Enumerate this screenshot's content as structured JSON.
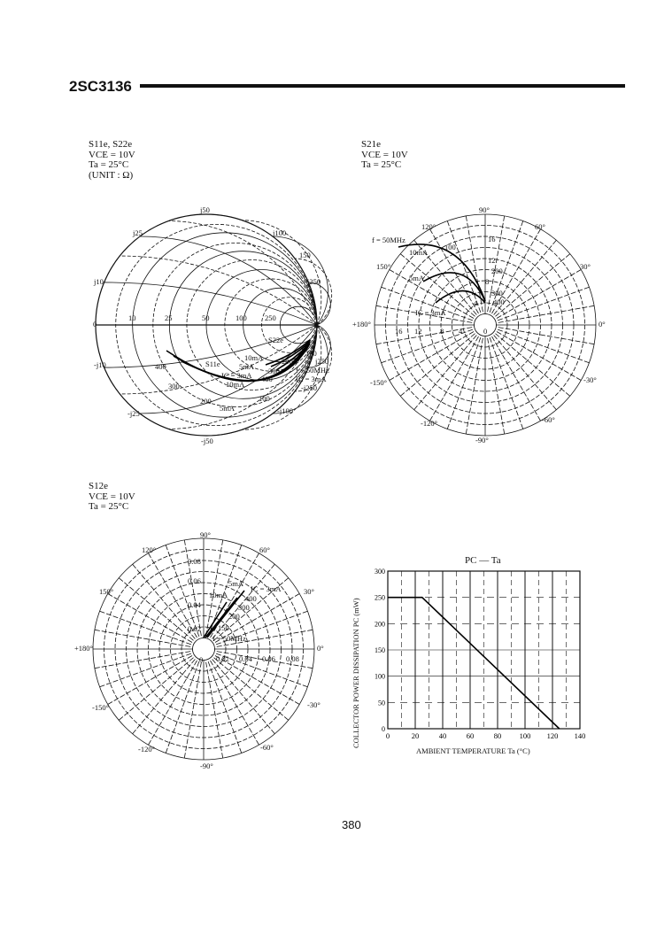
{
  "header": {
    "part_number": "2SC3136"
  },
  "page_number": "380",
  "smith_chart": {
    "caption": [
      "S11e, S22e",
      "VCE = 10V",
      "Ta = 25°C",
      "(UNIT : Ω)"
    ],
    "labels": {
      "j50": "j50",
      "j25": "j25",
      "j100": "j100",
      "j10": "j10",
      "j250": "j250",
      "r0": "0",
      "r10": "10",
      "r25": "25",
      "r50": "50",
      "r100": "100",
      "r250": "250",
      "mj10": "-j10",
      "mj25": "-j25",
      "mj50": "-j50",
      "mj100": "-j100",
      "mj250": "-j250",
      "f150": "150",
      "f100": "100",
      "f400": "400",
      "f300": "300",
      "f200": "200",
      "f100b": "100",
      "s11": "S11e",
      "s22": "S22e",
      "ic10": "10mA",
      "ic5": "5mA",
      "ic3": "IC = 3mA",
      "ic10b": "10mA",
      "ic5b": "5mA",
      "f200b": "200",
      "f300b": "300",
      "f400b": "400",
      "f50": "f = 50MHz",
      "ic3b": "IC = 3mA",
      "f100c": "100"
    }
  },
  "s21_chart": {
    "caption": [
      "S21e",
      "VCE = 10V",
      "Ta = 25°C"
    ],
    "labels": {
      "a90": "90°",
      "a120": "120°",
      "a60": "60°",
      "a150": "150°",
      "a30": "30°",
      "a180": "+180°",
      "a0": "0°",
      "am150": "-150°",
      "am30": "-30°",
      "am120": "-120°",
      "am60": "-60°",
      "am90": "-90°",
      "m16": "16",
      "m12": "12",
      "m8": "8",
      "m4": "4",
      "m0": "0",
      "v16": "16",
      "v12": "12",
      "v8": "8",
      "v4": "4",
      "f50": "f = 50MHz",
      "f100": "100",
      "f200": "200",
      "f300": "300",
      "f400": "400",
      "ic10": "10mA",
      "ic5": "5mA",
      "ic3": "IC = 3mA"
    }
  },
  "s12_chart": {
    "caption": [
      "S12e",
      "VCE = 10V",
      "Ta = 25°C"
    ],
    "labels": {
      "a90": "90°",
      "a120": "120°",
      "a60": "60°",
      "a150": "150°",
      "a30": "30°",
      "a180": "+180°",
      "a0": "0°",
      "am150": "-150°",
      "am30": "-30°",
      "am120": "-120°",
      "am60": "-60°",
      "am90": "-90°",
      "m002": "0.02",
      "m004": "0.04",
      "m006": "0.06",
      "m008": "0.08",
      "m0": "0",
      "v002": "0.02",
      "v004": "0.04",
      "v006": "0.06",
      "v008": "0.08",
      "ic5": "5mA",
      "ic10": "10mA",
      "ic3": "IC = 3mA",
      "f400": "400",
      "f300": "300",
      "f200": "200",
      "f150": "150",
      "f50": "f = 50MHz"
    }
  },
  "chart_data": {
    "type": "line",
    "title": "PC — Ta",
    "xlabel": "AMBIENT TEMPERATURE  Ta (°C)",
    "ylabel": "COLLECTOR POWER DISSIPATION  PC (mW)",
    "xlim": [
      0,
      140
    ],
    "ylim": [
      0,
      300
    ],
    "xticks": [
      "0",
      "20",
      "40",
      "60",
      "80",
      "100",
      "120",
      "140"
    ],
    "yticks": [
      "0",
      "50",
      "100",
      "150",
      "200",
      "250",
      "300"
    ],
    "grid": true,
    "series": [
      {
        "name": "PC",
        "x": [
          0,
          25,
          125
        ],
        "y": [
          250,
          250,
          0
        ]
      }
    ]
  }
}
